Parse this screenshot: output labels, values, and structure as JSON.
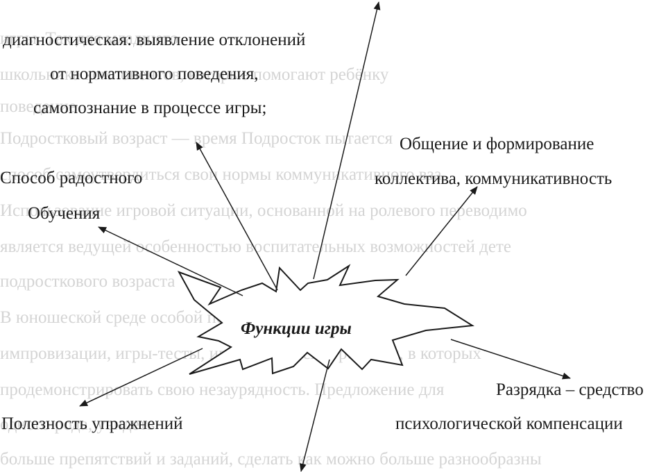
{
  "center_label": "Функции игры",
  "labels": {
    "diag_1": "диагностическая: выявление отклонений",
    "diag_2": "от нормативного поведения,",
    "diag_3": "самопознание в процессе игры;",
    "joy_1": "Способ радостного",
    "joy_2": "Обучения",
    "comm_1": "Общение и формирование",
    "comm_2": "коллектива, коммуникативность",
    "discharge_1": "Разрядка – средство",
    "discharge_2": "психологической   компенсации",
    "usefulness": "Полезность упражнений"
  },
  "colors": {
    "ink": "#1a1a1a",
    "ghost": "#d4d4d4"
  }
}
